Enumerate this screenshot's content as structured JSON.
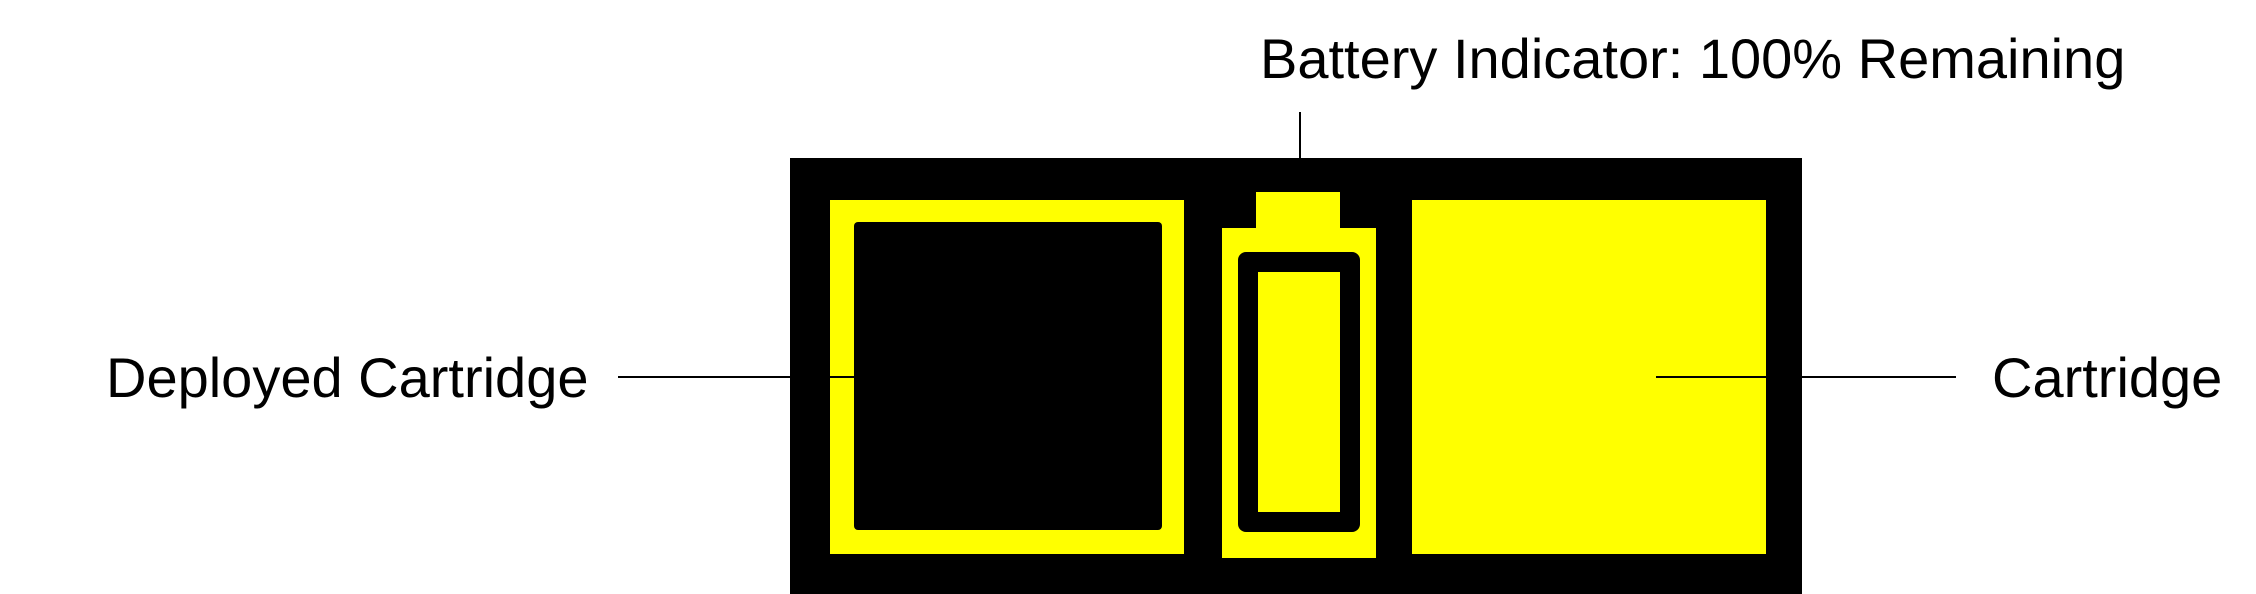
{
  "labels": {
    "battery": "Battery Indicator: 100% Remaining",
    "deployed": "Deployed Cartridge",
    "cartridge": "Cartridge"
  },
  "battery": {
    "level_percent": 100
  },
  "colors": {
    "panel": "#000000",
    "accent": "#ffff00",
    "leader": "#000000",
    "background": "#ffffff"
  }
}
